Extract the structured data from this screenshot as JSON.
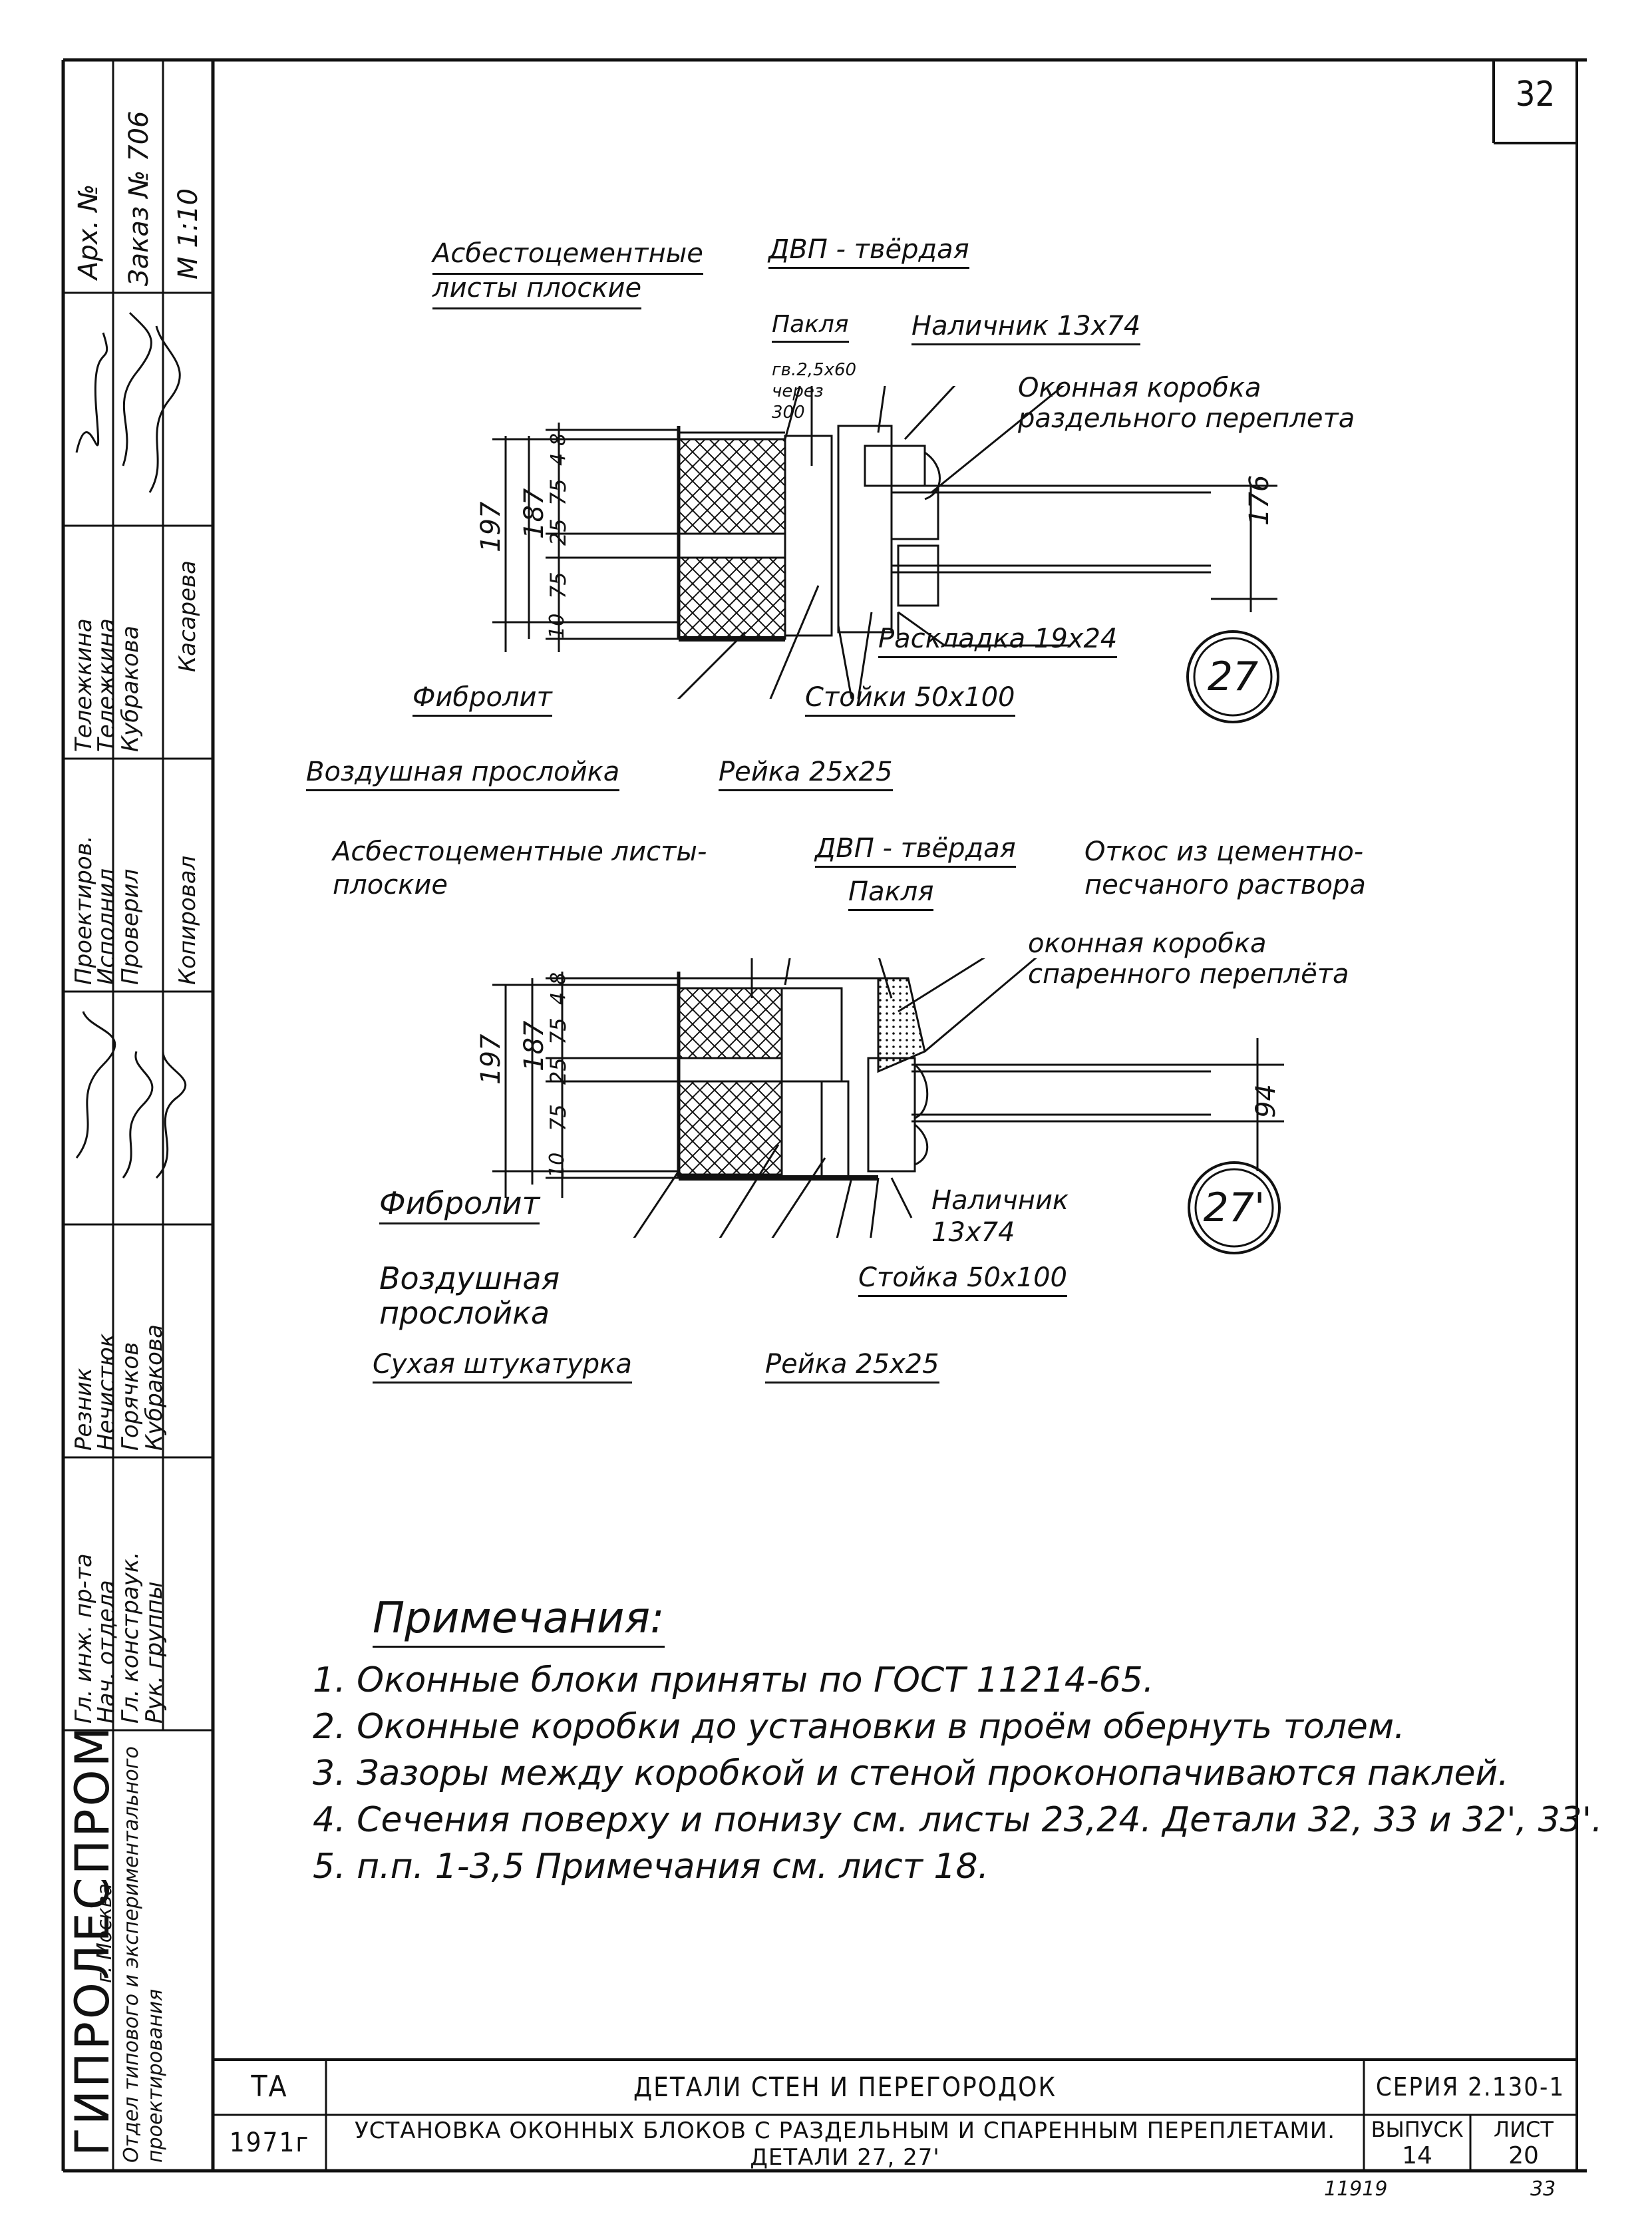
{
  "page_number": "32",
  "detail_27": {
    "labels": {
      "asbestos": "Асбестоцементные листы плоские",
      "dvp": "ДВП - твёрдая",
      "pakla": "Пакля",
      "nails": "гв.2,5х60 через 300",
      "nalichnik": "Наличник 13х74",
      "korobka": "Оконная коробка раздельного переплета",
      "raskladka": "Раскладка 19х24",
      "stoiki": "Стойки 50х100",
      "fibrolit": "Фибролит",
      "air": "Воздушная прослойка",
      "reika": "Рейка 25х25"
    },
    "dims": {
      "total": "197",
      "inner": "187",
      "d1": "75",
      "d2": "25",
      "d3": "75",
      "d4": "4",
      "d5": "8",
      "bottom": "10",
      "right": "176"
    },
    "marker": "27"
  },
  "detail_27p": {
    "labels": {
      "asbestos": "Асбестоцементные листы- плоские",
      "dvp": "ДВП - твёрдая",
      "otkos": "Откос из цементно- песчаного раствора",
      "pakla": "Пакля",
      "korobka": "оконная коробка спаренного переплёта",
      "fibrolit": "Фибролит",
      "air": "Воздушная прослойка",
      "sukhaya": "Сухая штукатурка",
      "nalichnik": "Наличник 13х74",
      "stoika": "Стойка 50х100",
      "reika": "Рейка 25х25"
    },
    "dims": {
      "total": "197",
      "inner": "187",
      "d1": "75",
      "d2": "25",
      "d3": "75",
      "d4": "4",
      "d5": "8",
      "bottom": "10",
      "right": "94"
    },
    "marker": "27'"
  },
  "notes": {
    "title": "Примечания:",
    "items": [
      "1. Оконные блоки приняты по ГОСТ 11214-65.",
      "2. Оконные коробки до установки в проём обернуть толем.",
      "3. Зазоры между коробкой и стеной проконопачиваются паклей.",
      "4. Сечения поверху и понизу см. листы 23,24. Детали 32, 33 и 32', 33'.",
      "5. п.п. 1-3,5 Примечания см. лист 18."
    ]
  },
  "side_stamp": {
    "org": "ГИПРОЛЕСПРОМ",
    "city": "г. Москва",
    "dept": "Отдел типового и экспериментального проектирования",
    "archive": "Арх. №",
    "order": "Заказ № 706",
    "scale": "М 1:10",
    "roles": [
      {
        "role": "Гл. инж. пр-та",
        "name": "Резник"
      },
      {
        "role": "Нач. отдела",
        "name": "Нечистюк"
      },
      {
        "role": "Гл. констрaук.",
        "name": "Горячков"
      },
      {
        "role": "Рук. группы",
        "name": "Кубракова"
      },
      {
        "role": "Проектиров.",
        "name": "Тележкина"
      },
      {
        "role": "Исполнил",
        "name": "Тележкина"
      },
      {
        "role": "Проверил",
        "name": "Кубракова"
      },
      {
        "role": "",
        "name": "Копировал"
      },
      {
        "role": "",
        "name": "Касарева"
      }
    ]
  },
  "title_block": {
    "ta": "ТА",
    "year": "1971г",
    "title": "ДЕТАЛИ СТЕН И ПЕРЕГОРОДОК",
    "subtitle_1": "УСТАНОВКА ОКОННЫХ БЛОКОВ С РАЗДЕЛЬНЫМ И СПАРЕННЫМ ПЕРЕПЛЕТАМИ.",
    "subtitle_2": "ДЕТАЛИ 27, 27'",
    "series_label": "СЕРИЯ",
    "series": "2.130-1",
    "issue_label": "ВЫПУСК",
    "issue": "14",
    "sheet_label": "ЛИСТ",
    "sheet": "20"
  },
  "footer": {
    "left": "11919",
    "right": "33"
  }
}
